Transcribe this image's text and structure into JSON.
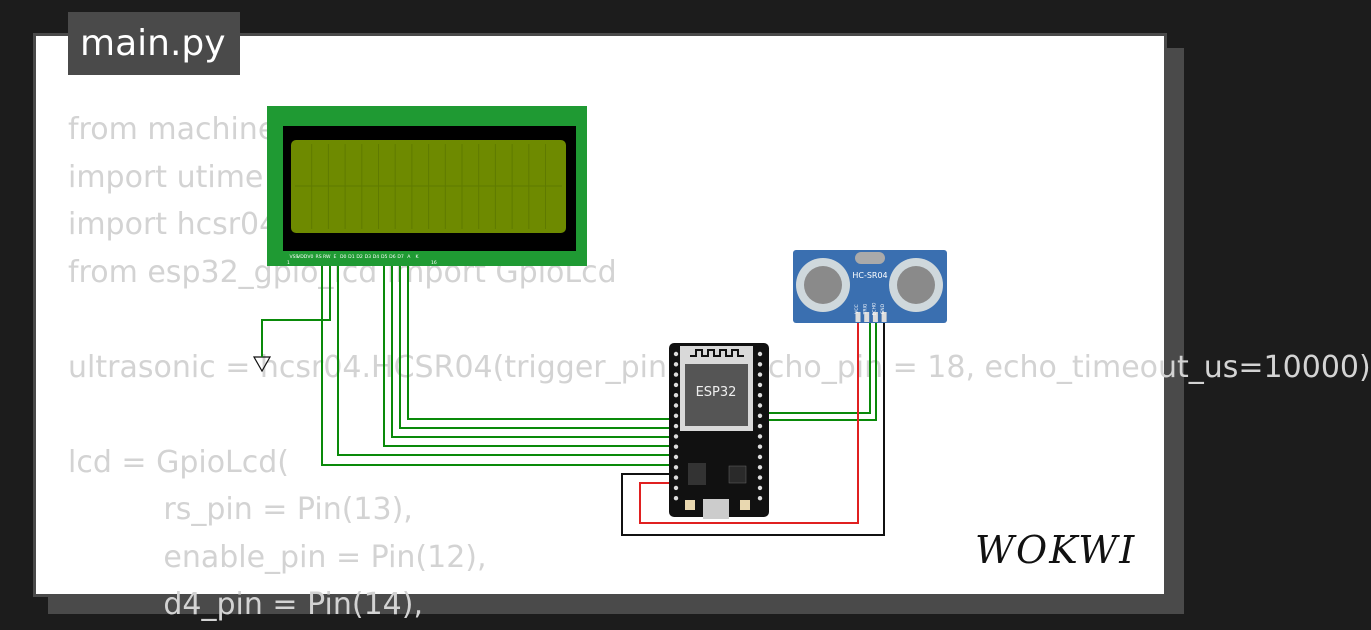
{
  "file_tab": {
    "label": "main.py"
  },
  "code_lines": [
    "from machine import Pin",
    "import utime",
    "import hcsr04",
    "from esp32_gpio_lcd import GpioLcd",
    "",
    "ultrasonic = hcsr04.HCSR04(trigger_pin = 5, echo_pin = 18, echo_timeout_us=10000)",
    "",
    "lcd = GpioLcd(",
    "          rs_pin = Pin(13),",
    "          enable_pin = Pin(12),",
    "          d4_pin = Pin(14),"
  ],
  "lcd": {
    "pin_labels": [
      "VSS",
      "VDD",
      "V0",
      "RS",
      "RW",
      "E",
      "D0",
      "D1",
      "D2",
      "D3",
      "D4",
      "D5",
      "D6",
      "D7",
      "A",
      "K"
    ],
    "pin_first": "1",
    "pin_last": "16"
  },
  "esp32": {
    "label": "ESP32"
  },
  "sensor": {
    "label": "HC-SR04",
    "pin_labels": [
      "VCC",
      "TRIG",
      "ECHO",
      "GND"
    ]
  },
  "brand": {
    "logo": "WOKWI"
  },
  "colors": {
    "wire_signal": "#0a8a0a",
    "wire_power": "#e02020",
    "wire_ground": "#111111",
    "lcd_screen": "#6e8a00",
    "lcd_board": "#1f9a33",
    "sensor_board": "#3a6fb0"
  }
}
